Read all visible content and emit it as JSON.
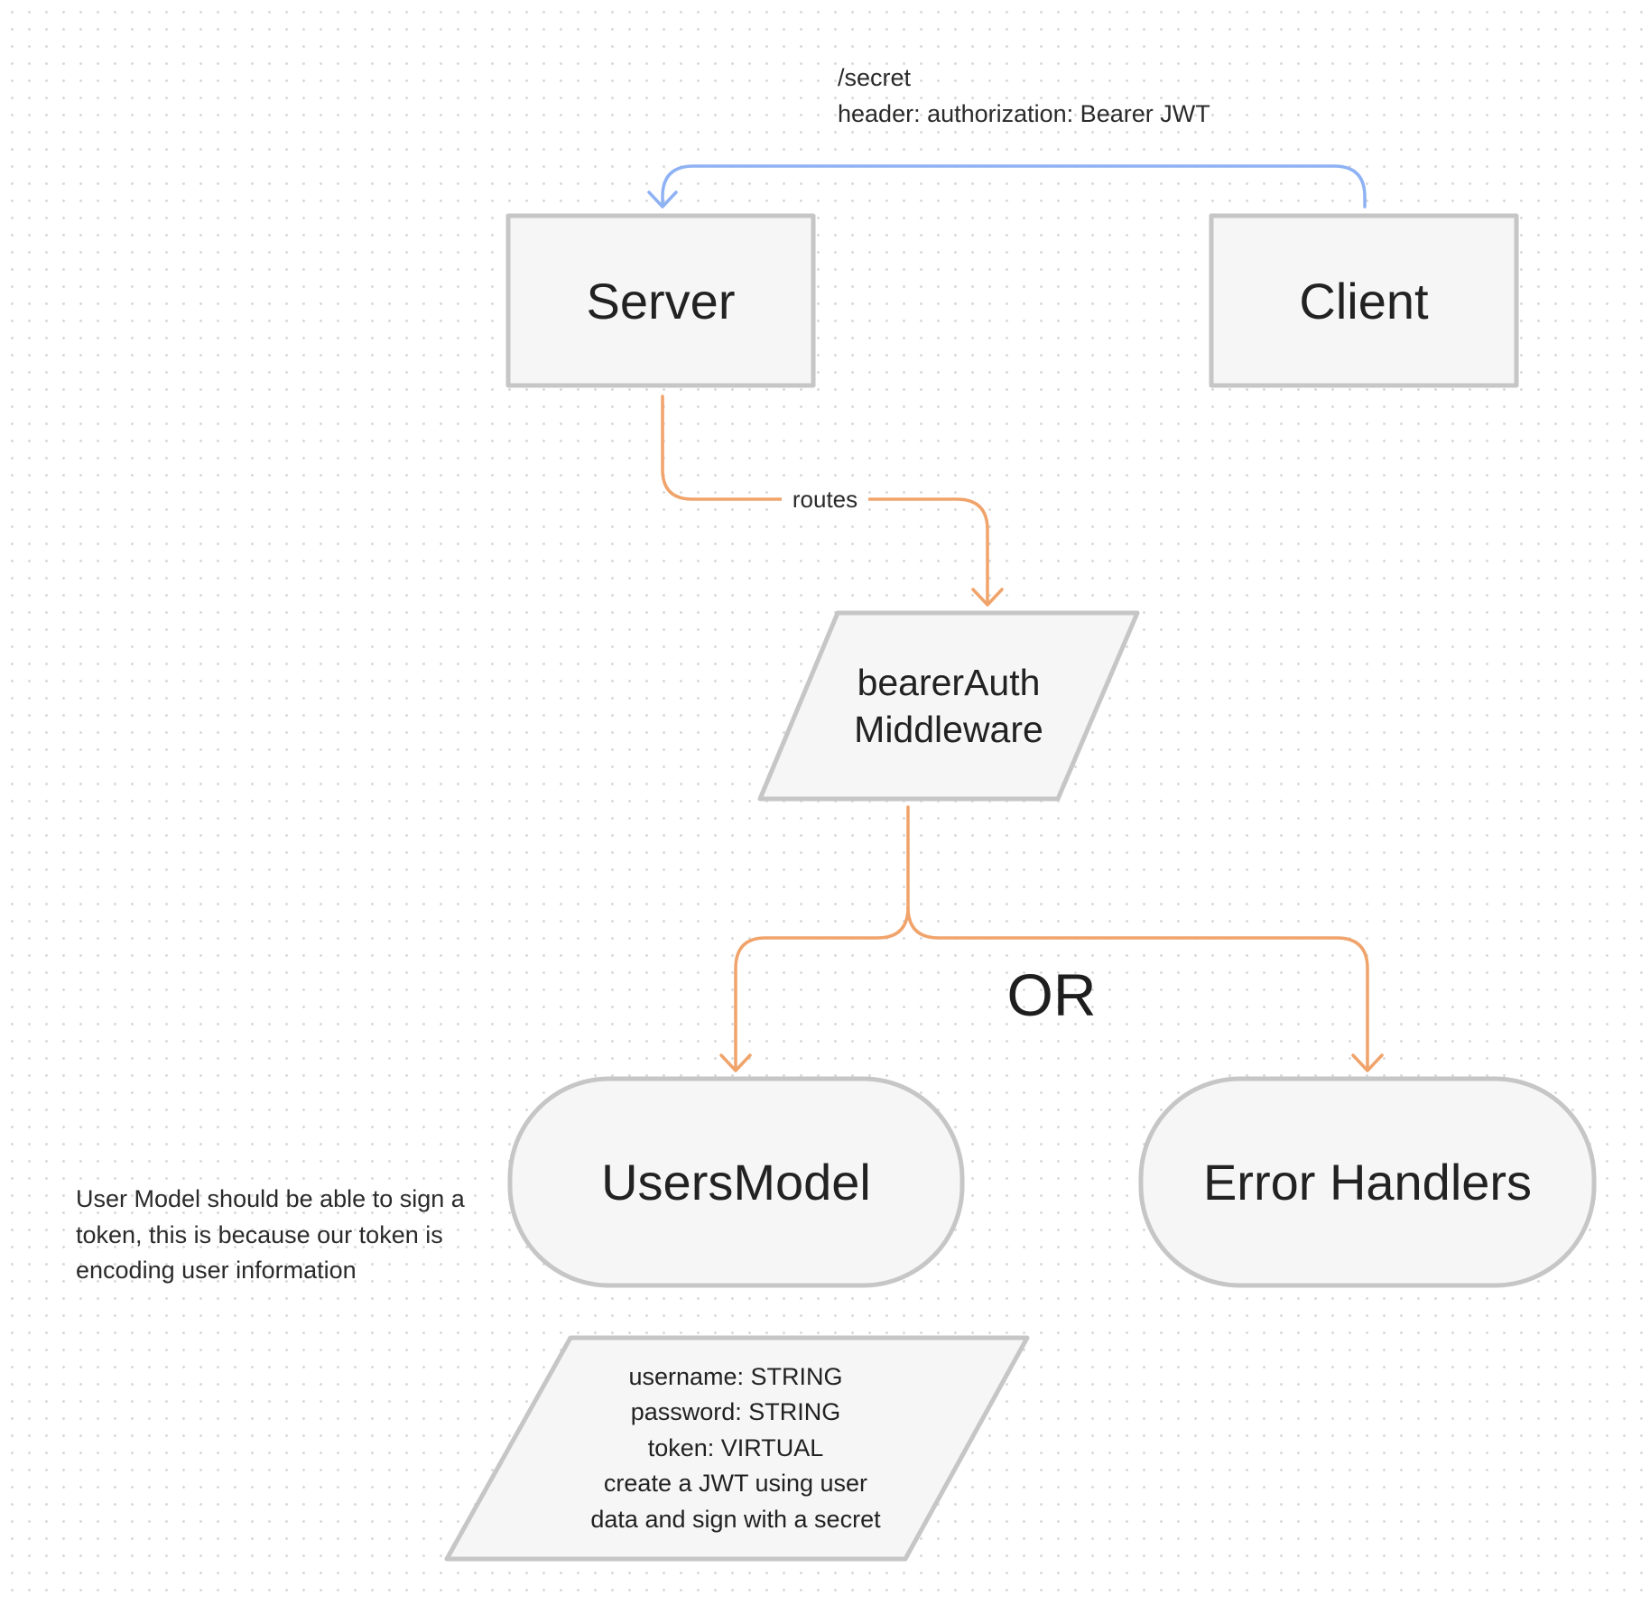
{
  "annotations": {
    "request_lines": "/secret\nheader: authorization: Bearer JWT",
    "user_model_note": "User Model should be able to sign a\ntoken, this is because our token is\nencoding user information",
    "or_label": "OR"
  },
  "nodes": {
    "server": "Server",
    "client": "Client",
    "bearer_auth": "bearerAuth\nMiddleware",
    "users_model": "UsersModel",
    "error_handlers": "Error Handlers",
    "user_schema": "username: STRING\npassword: STRING\ntoken: VIRTUAL\ncreate a JWT using user\ndata and sign with a secret"
  },
  "edges": {
    "client_to_server": {
      "label": "",
      "color": "#8fb2f4"
    },
    "server_to_middleware": {
      "label": "routes",
      "color": "#f0a36a"
    },
    "middleware_to_users_model": {
      "label": "",
      "color": "#f0a36a"
    },
    "middleware_to_error_handlers": {
      "label": "",
      "color": "#f0a36a"
    }
  },
  "colors": {
    "shape_fill": "#f6f6f6",
    "shape_stroke": "#c6c6c6",
    "blue_connector": "#8fb2f4",
    "orange_connector": "#f0a36a"
  }
}
